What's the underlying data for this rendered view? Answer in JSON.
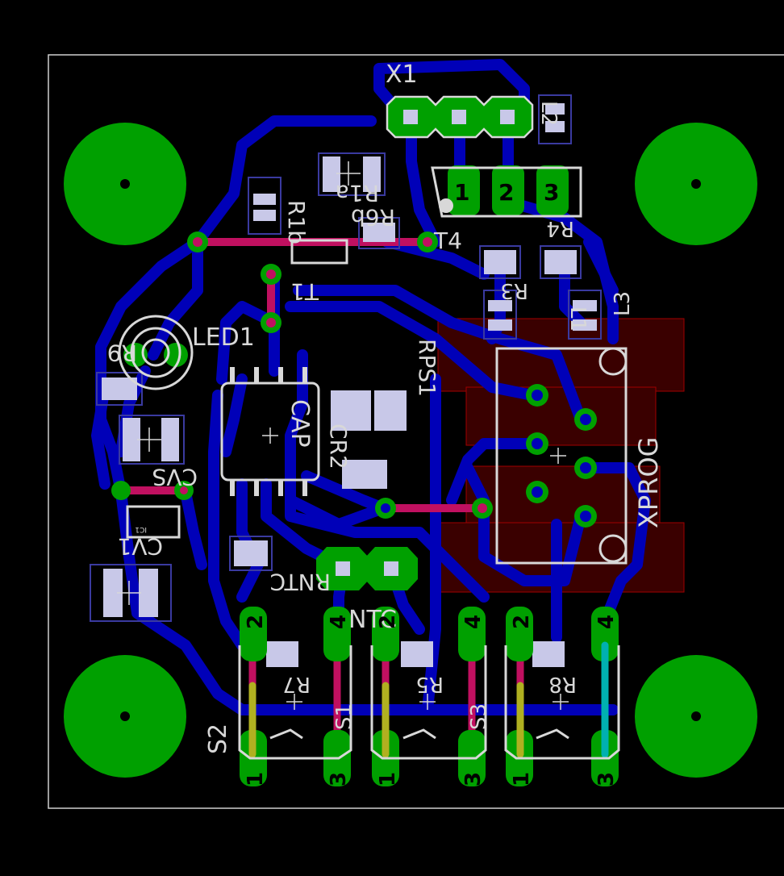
{
  "components": {
    "x1": "X1",
    "r1b": "R1b",
    "r1a": "R1a",
    "r6b": "R6b",
    "t4": "T4",
    "r4": "R4",
    "r3": "R3",
    "l2": "L2",
    "l3": "L3",
    "t1": "T1",
    "led1": "LED1",
    "r9": "R9",
    "rps1": "RPS1",
    "cap": "CAP",
    "cr2": "CR2",
    "cvs": "CVS",
    "cv1": "CV1",
    "xprog": "XPROG",
    "rntc": "RNTC",
    "ntc": "NTC",
    "r7": "R7",
    "r5": "R5",
    "r8": "R8",
    "s2": "S2",
    "s3": "S3",
    "ic1": "IC1"
  },
  "pins": {
    "header_1": "1",
    "header_2": "2",
    "header_3": "3",
    "switch_pin_1": "1",
    "switch_pin_2": "2",
    "switch_pin_3": "3",
    "switch_pin_4": "4"
  },
  "colors": {
    "background": "#000000",
    "copper_bottom": "#0000b8",
    "copper_top": "#c01060",
    "pad": "#00a000",
    "silkscreen": "#d8d8d8",
    "smd_pad": "#c8c8e8",
    "keepout": "#5a0000"
  }
}
